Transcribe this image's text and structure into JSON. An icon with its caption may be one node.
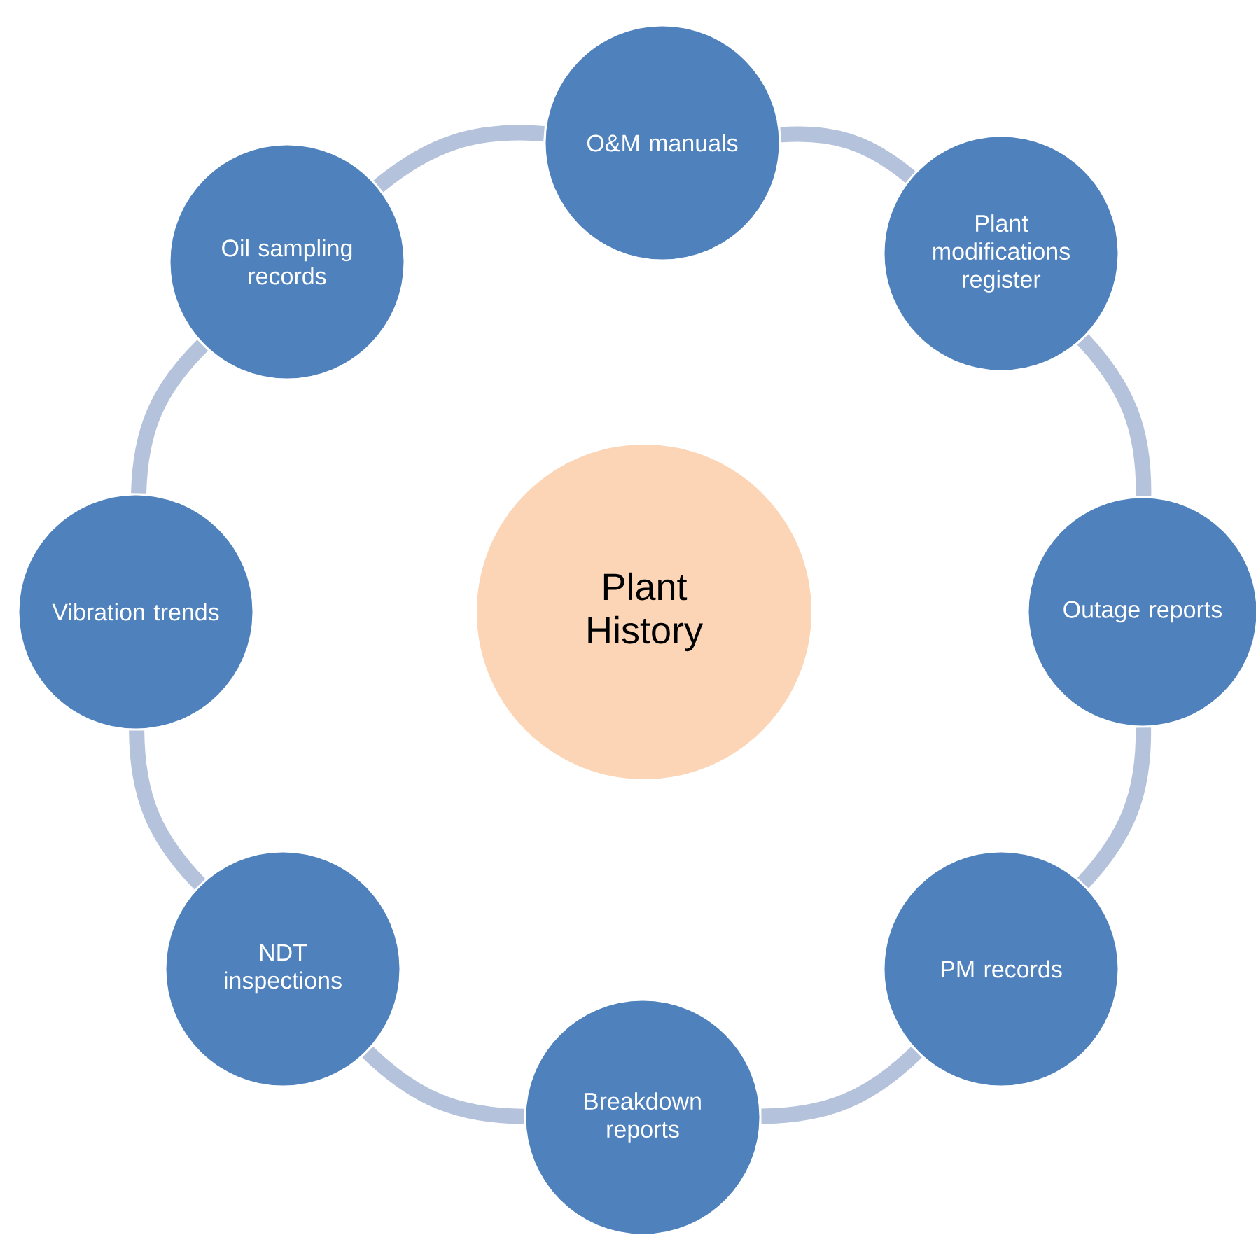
{
  "diagram": {
    "nodes": [
      {
        "text": [
          "Plant History"
        ]
      },
      {
        "text": [
          "O&M manuals"
        ]
      },
      {
        "text": [
          "Plant modifications register"
        ]
      },
      {
        "text": [
          "Outage reports"
        ]
      },
      {
        "text": [
          "PM records"
        ]
      },
      {
        "text": [
          "Breakdown reports"
        ]
      },
      {
        "text": [
          "NDT inspections"
        ]
      },
      {
        "text": [
          "Vibration trends"
        ]
      },
      {
        "text": [
          "Oil sampling records"
        ]
      }
    ],
    "edges": [
      {
        "from": 1,
        "to": 2,
        "arrow": "none"
      },
      {
        "from": 2,
        "to": 3,
        "arrow": "none"
      },
      {
        "from": 3,
        "to": 4,
        "arrow": "none"
      },
      {
        "from": 4,
        "to": 5,
        "arrow": "none"
      },
      {
        "from": 5,
        "to": 6,
        "arrow": "none"
      },
      {
        "from": 6,
        "to": 7,
        "arrow": "none"
      },
      {
        "from": 7,
        "to": 8,
        "arrow": "none"
      },
      {
        "from": 8,
        "to": 1,
        "arrow": "none"
      }
    ]
  }
}
